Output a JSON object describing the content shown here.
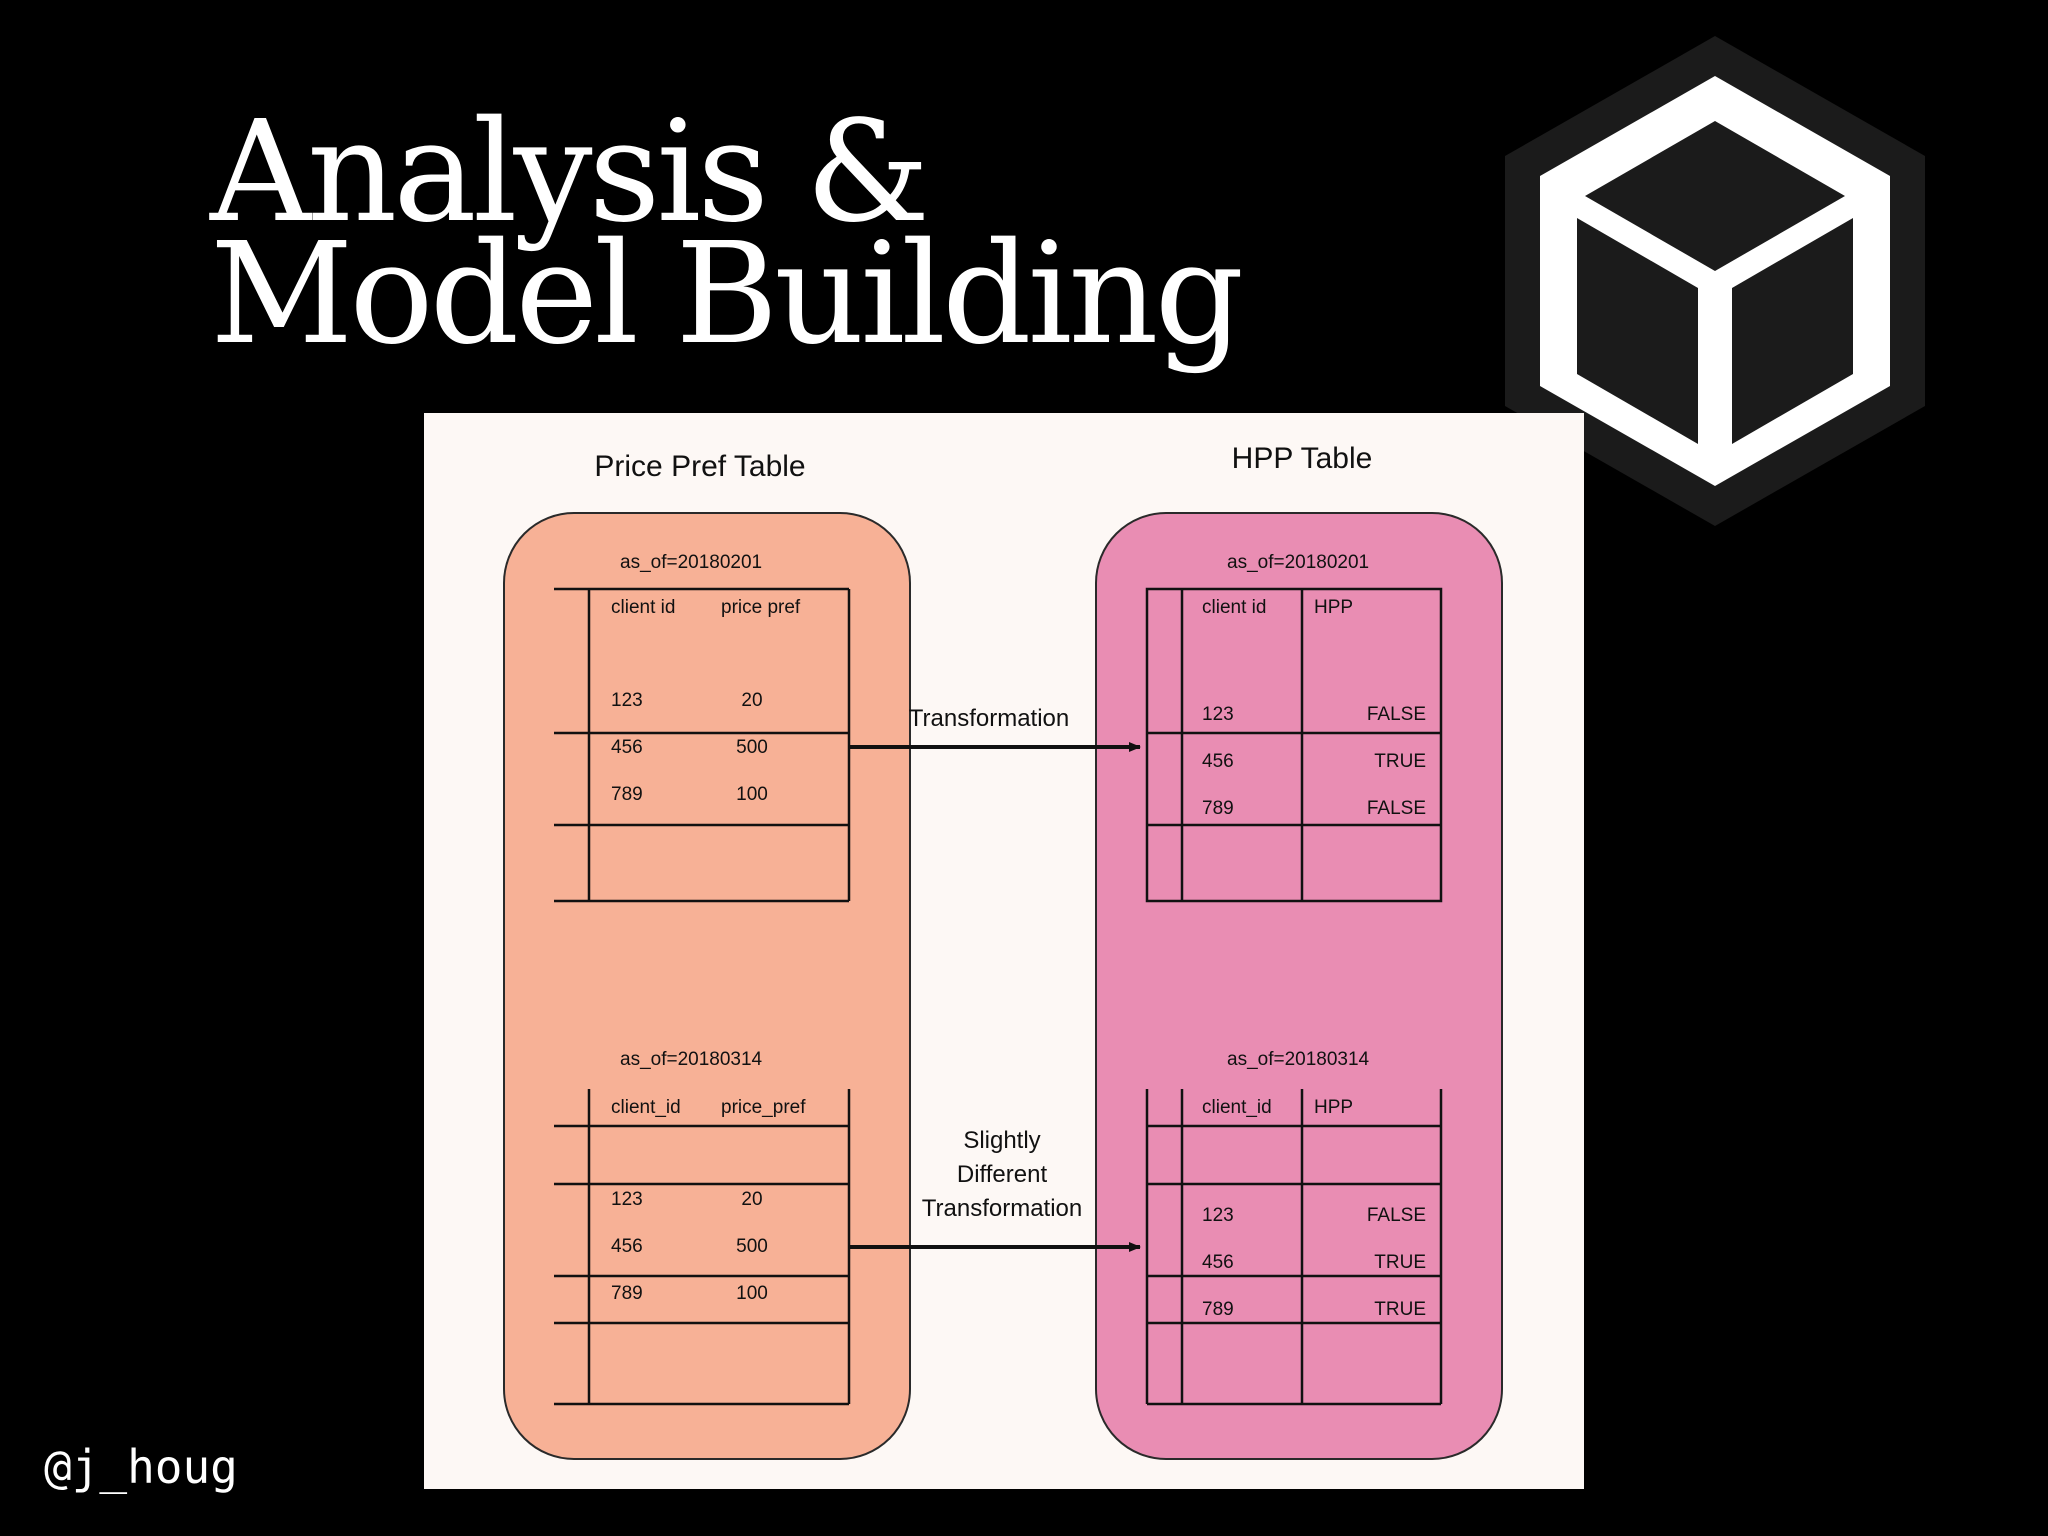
{
  "slide": {
    "title_line1": "Analysis &",
    "title_line2": "Model Building",
    "handle": "@j_houg"
  },
  "diagram": {
    "left_panel": {
      "title": "Price Pref Table",
      "color": "#f7b196"
    },
    "right_panel": {
      "title": "HPP Table",
      "color": "#e98db3"
    },
    "left_top": {
      "partition": "as_of=20180201",
      "headers": [
        "client id",
        "price pref"
      ],
      "rows": [
        [
          "123",
          "20"
        ],
        [
          "456",
          "500"
        ],
        [
          "789",
          "100"
        ]
      ]
    },
    "right_top": {
      "partition": "as_of=20180201",
      "headers": [
        "client id",
        "HPP"
      ],
      "rows": [
        [
          "123",
          "FALSE"
        ],
        [
          "456",
          "TRUE"
        ],
        [
          "789",
          "FALSE"
        ]
      ]
    },
    "left_bottom": {
      "partition": "as_of=20180314",
      "headers": [
        "client_id",
        "price_pref"
      ],
      "rows": [
        [
          "123",
          "20"
        ],
        [
          "456",
          "500"
        ],
        [
          "789",
          "100"
        ]
      ]
    },
    "right_bottom": {
      "partition": "as_of=20180314",
      "headers": [
        "client_id",
        "HPP"
      ],
      "rows": [
        [
          "123",
          "FALSE"
        ],
        [
          "456",
          "TRUE"
        ],
        [
          "789",
          "TRUE"
        ]
      ]
    },
    "arrow_top_label": "Transformation",
    "arrow_bottom_label": [
      "Slightly",
      "Different",
      "Transformation"
    ]
  }
}
